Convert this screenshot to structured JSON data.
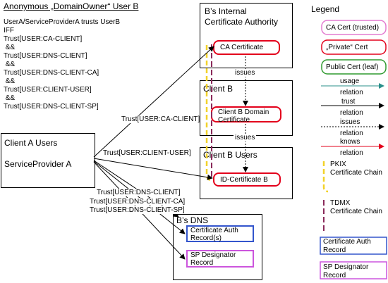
{
  "title": "Anonymous „DomainOwner“ User B",
  "trust_rule": [
    "UserA/ServiceProviderA trusts UserB",
    "IFF",
    "Trust[USER:CA-CLIENT]",
    " &&",
    "Trust[USER:DNS-CLIENT]",
    " &&",
    "Trust[USER:DNS-CLIENT-CA]",
    " &&",
    "Trust[USER:CLIENT-USER]",
    " &&",
    "Trust[USER:DNS-CLIENT-SP]"
  ],
  "boxes": {
    "ca": {
      "title_line1": "B’s Internal",
      "title_line2": "Certificate Authority",
      "cert": "CA Certificate"
    },
    "client_b": {
      "title": "Client B",
      "cert_line1": "Client B Domain",
      "cert_line2": "Certificate"
    },
    "client_b_users": {
      "title": "Client B Users",
      "cert": "ID-Certificate B"
    },
    "client_a": {
      "line1": "Client A Users",
      "line2": "ServiceProvider A"
    },
    "dns": {
      "title": "B’s DNS",
      "rec1_line1": "Certificate Auth",
      "rec1_line2": "Record(s)",
      "rec2_line1": "SP Designator",
      "rec2_line2": "Record"
    }
  },
  "edge_labels": {
    "issues1": "issues",
    "issues2": "issues",
    "trust_ca_client": "Trust[USER:CA-CLIENT]",
    "trust_client_user": "Trust[USER:CLIENT-USER]",
    "trust_dns_client": "Trust[USER:DNS-CLIENT]",
    "trust_dns_client_ca": "Trust[USER:DNS-CLIENT-CA]",
    "trust_dns_client_sp": "Trust[USER:DNS-CLIENT-SP]"
  },
  "legend": {
    "title": "Legend",
    "ca_cert": "CA Cert (trusted)",
    "private_cert": "„Private“ Cert",
    "public_cert": "Public Cert (leaf)",
    "usage": [
      "usage",
      "relation"
    ],
    "trust": [
      "trust",
      "relation"
    ],
    "issues": [
      "issues",
      "relation"
    ],
    "knows": [
      "knows",
      "relation"
    ],
    "pkix": [
      "PKIX",
      "Certificate Chain"
    ],
    "tdmx": [
      "TDMX",
      "Certificate Chain"
    ],
    "ca_record": [
      "Certificate Auth",
      "Record"
    ],
    "sp_record": [
      "SP Designator",
      "Record"
    ]
  },
  "colors": {
    "ca_cert_border": "#e37bd0",
    "private_cert_border": "#e3001b",
    "public_cert_border": "#2f9a2f",
    "usage_arrow": "#2a8f8a",
    "knows_arrow": "#e3001b",
    "pkix_chain": "#f2d22a",
    "tdmx_chain": "#8a2a5a",
    "ca_record_border": "#3355cc",
    "sp_record_border": "#cc55dd"
  }
}
